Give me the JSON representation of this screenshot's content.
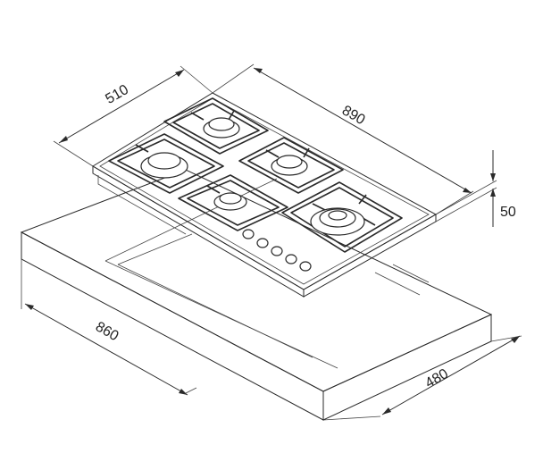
{
  "dimensions": {
    "hob_depth": "510",
    "hob_width": "890",
    "hob_height": "50",
    "cutout_width": "860",
    "cutout_depth": "480"
  },
  "colors": {
    "line": "#2a2a2a",
    "background": "#ffffff"
  }
}
